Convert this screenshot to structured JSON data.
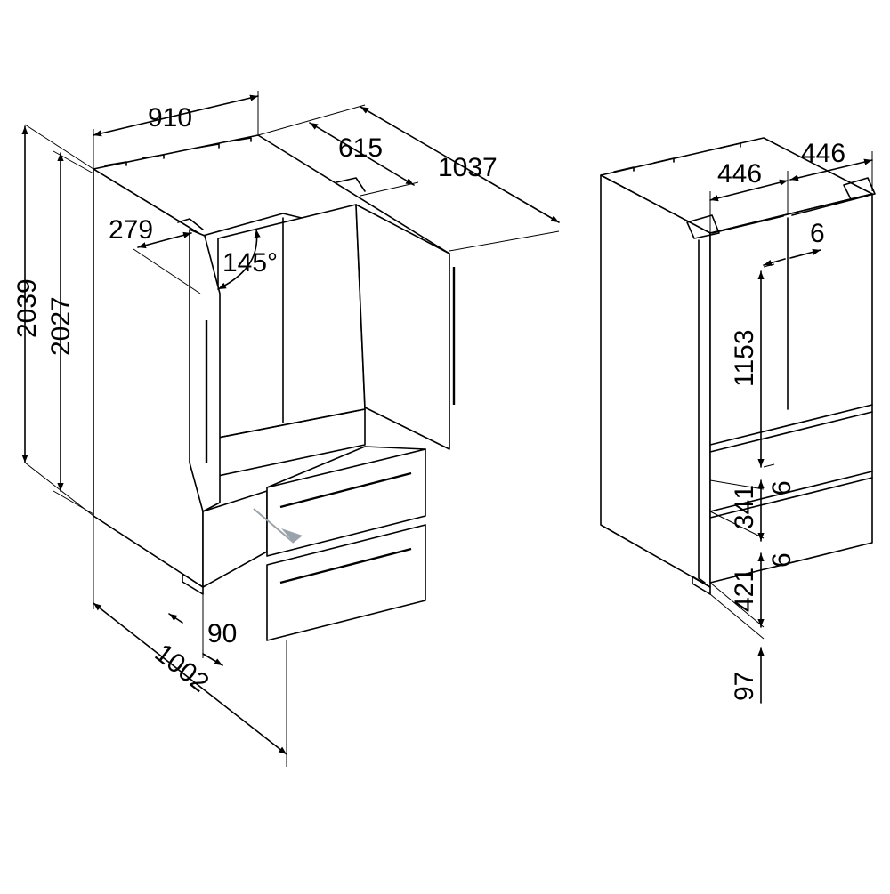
{
  "colors": {
    "line": "#000000",
    "background": "#ffffff",
    "arrow_hint": "#9aa3ab"
  },
  "left_view": {
    "overall_width": "910",
    "cabinet_depth": "615",
    "depth_door_open": "1037",
    "door_swing_clearance": "279",
    "door_opening_angle": "145°",
    "overall_height": "2039",
    "cabinet_height": "2027",
    "drawer_clearance": "90",
    "depth_drawer_open": "1002"
  },
  "right_view": {
    "door_width_left": "446",
    "door_width_right": "446",
    "door_gap": "6",
    "upper_door_height": "1153",
    "gap_upper": "6",
    "middle_drawer_height": "341",
    "gap_lower": "6",
    "lower_drawer_height": "421",
    "plinth_height": "97"
  }
}
